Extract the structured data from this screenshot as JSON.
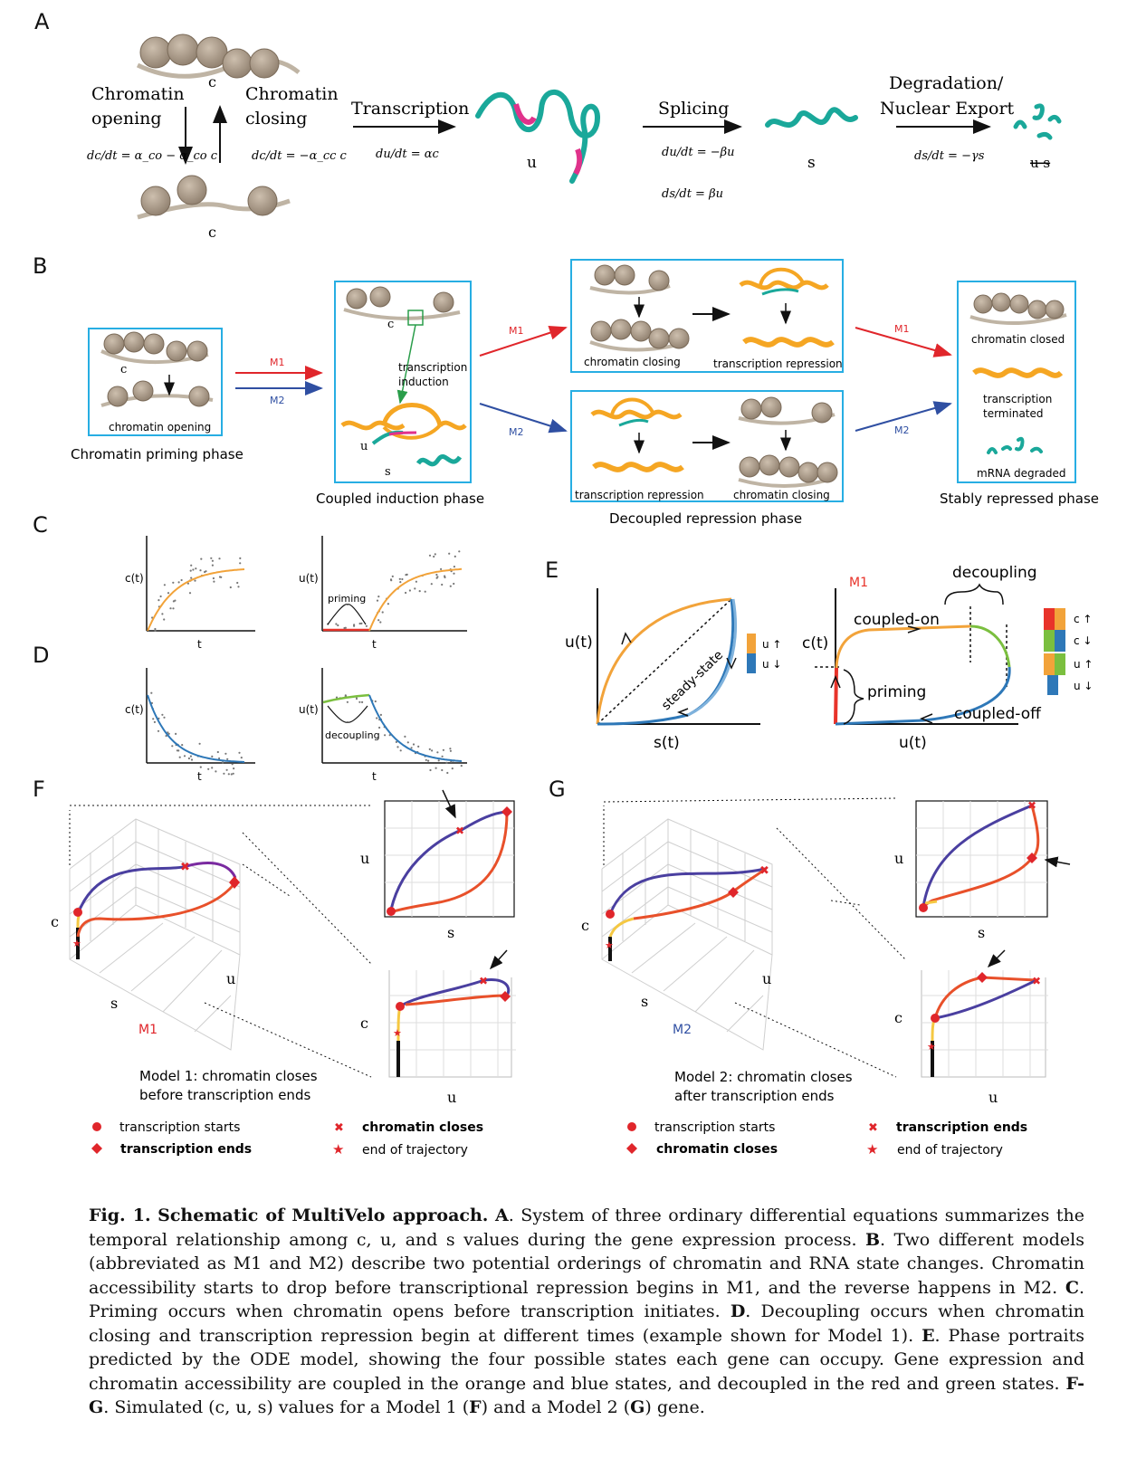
{
  "panel_labels": [
    "A",
    "B",
    "C",
    "D",
    "E",
    "F",
    "G"
  ],
  "panelA": {
    "chromatin_opening": [
      "Chromatin",
      "opening"
    ],
    "chromatin_closing": [
      "Chromatin",
      "closing"
    ],
    "eq_opening": "dc/dt = α_co − α_co c",
    "eq_closing": "dc/dt = −α_cc c",
    "c_top": "c",
    "c_bottom": "c",
    "transcription": "Transcription",
    "eq_transcription": "du/dt = αc",
    "u": "u",
    "splicing": "Splicing",
    "eq_splicing_1": "du/dt = −βu",
    "eq_splicing_2": "ds/dt = βu",
    "s": "s",
    "degradation": [
      "Degradation/",
      "Nuclear Export"
    ],
    "eq_degradation": "ds/dt = −γs",
    "degraded_label": "u s"
  },
  "panelB": {
    "priming_box_label": "chromatin opening",
    "priming_c": "c",
    "priming_phase": "Chromatin priming phase",
    "m1": "M1",
    "m2": "M2",
    "induction_c": "c",
    "transcription_induction": [
      "transcription",
      "induction"
    ],
    "induction_u": "u",
    "induction_s": "s",
    "induction_phase": "Coupled induction phase",
    "m1_box_left": "chromatin closing",
    "m1_box_right": "transcription repression",
    "m2_box_left": "transcription repression",
    "m2_box_right": "chromatin closing",
    "decoupled_phase": "Decoupled repression phase",
    "stable_items": [
      "chromatin closed",
      "transcription",
      "terminated",
      "mRNA degraded"
    ],
    "stable_phase": "Stably repressed phase"
  },
  "panelC": {
    "left_y": "c(t)",
    "left_x": "t",
    "right_y": "u(t)",
    "right_x": "t",
    "annotation": "priming"
  },
  "panelD": {
    "left_y": "c(t)",
    "left_x": "t",
    "right_y": "u(t)",
    "right_x": "t",
    "annotation": "decoupling"
  },
  "panelE": {
    "left_y": "u(t)",
    "left_x": "s(t)",
    "steady_state": "steady-state",
    "legend_left": [
      "u ↑",
      "u ↓"
    ],
    "model": "M1",
    "decoupling": "decoupling",
    "coupled_on": "coupled-on",
    "priming": "priming",
    "coupled_off": "coupled-off",
    "right_y": "c(t)",
    "right_x": "u(t)",
    "legend_right": [
      "c ↑",
      "c ↓",
      "u ↑",
      "u ↓"
    ],
    "colors": {
      "orange": "#f2a33a",
      "blue": "#2e78b8",
      "red": "#e8332a",
      "green": "#7bbf3f"
    }
  },
  "panelF": {
    "axis_c": "c",
    "axis_s": "s",
    "axis_u": "u",
    "model": "M1",
    "top_y": "u",
    "top_x": "s",
    "bottom_y": "c",
    "bottom_x": "u",
    "model_desc": [
      "Model 1: chromatin closes",
      "before transcription ends"
    ],
    "legend": [
      "transcription starts",
      "chromatin closes",
      "transcription ends",
      "end of trajectory"
    ]
  },
  "panelG": {
    "axis_c": "c",
    "axis_s": "s",
    "axis_u": "u",
    "model": "M2",
    "top_y": "u",
    "top_x": "s",
    "bottom_y": "c",
    "bottom_x": "u",
    "model_desc": [
      "Model 2: chromatin closes",
      "after transcription ends"
    ],
    "legend": [
      "transcription starts",
      "transcription ends",
      "chromatin closes",
      "end of trajectory"
    ]
  },
  "caption": {
    "fig": "Fig. 1.",
    "title": "Schematic of MultiVelo approach.",
    "lA": "A",
    "tA": ". System of three ordinary differential equations summarizes the temporal relationship among c, u, and s values during the gene expression process. ",
    "lB": "B",
    "tB": ". Two different models (abbreviated as M1 and M2) describe two potential orderings of chromatin and RNA state changes. Chromatin accessibility starts to drop before transcriptional repression begins in M1, and the reverse happens in M2. ",
    "lC": "C",
    "tC": ". Priming occurs when chromatin opens before transcription initiates. ",
    "lD": "D",
    "tD": ". Decoupling occurs when chromatin closing and transcription repression begin at different times (example shown for Model 1). ",
    "lE": "E",
    "tE": ". Phase portraits predicted by the ODE model, showing the four possible states each gene can occupy. Gene expression and chromatin accessibility are coupled in the orange and blue states, and decoupled in the red and green states. ",
    "lFG": "F-G",
    "tFG": ". Simulated (c, u, s) values for a Model 1 (",
    "lF": "F",
    "tF2": ") and a Model 2 (",
    "lG": "G",
    "tG": ") gene."
  }
}
